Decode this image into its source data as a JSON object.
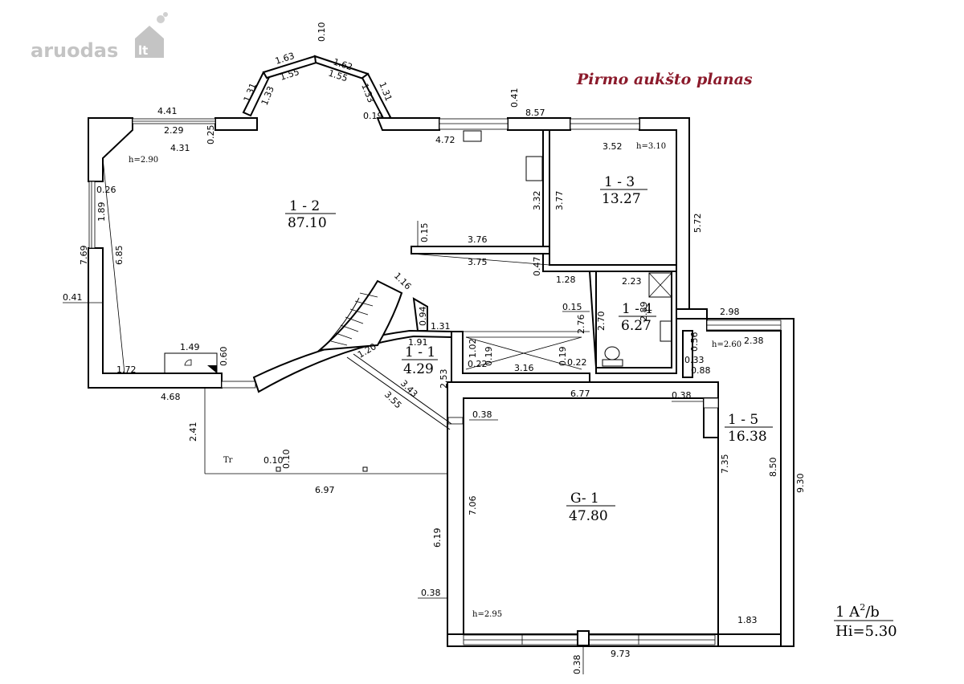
{
  "logo": {
    "main": "aruodas",
    "suffix": "lt"
  },
  "title": "Pirmo aukšto planas",
  "rooms": [
    {
      "id": "1 - 2",
      "area": "87.10"
    },
    {
      "id": "1 - 3",
      "area": "13.27"
    },
    {
      "id": "1 - 4",
      "area": "6.27"
    },
    {
      "id": "1 - 1",
      "area": "4.29"
    },
    {
      "id": "1 - 5",
      "area": "16.38"
    },
    {
      "id": "G- 1",
      "area": "47.80"
    }
  ],
  "heights": [
    "h=2.90",
    "h=3.10",
    "h=2.60",
    "h=2.95"
  ],
  "dimensions": [
    "0.10",
    "1.63",
    "1.62",
    "1.55",
    "1.55",
    "1.31",
    "1.33",
    "1.33",
    "1.31",
    "0.19",
    "4.41",
    "2.29",
    "0.25",
    "4.31",
    "0.41",
    "8.57",
    "4.72",
    "3.52",
    "0.26",
    "1.89",
    "7.69",
    "6.85",
    "3.32",
    "3.77",
    "5.72",
    "0.15",
    "3.76",
    "3.75",
    "0.47",
    "1.28",
    "2.23",
    "1.16",
    "0.41",
    "0.15",
    "2.89",
    "0.94",
    "1.31",
    "2.76",
    "2.70",
    "2.98",
    "1.91",
    "1.02",
    "0.19",
    "0.22",
    "3.16",
    "0.19",
    "0.22",
    "0.56",
    "0.33",
    "0.88",
    "2.38",
    "1.49",
    "0.60",
    "1.72",
    "1.20",
    "2.53",
    "3.43",
    "3.55",
    "4.68",
    "6.77",
    "0.38",
    "0.38",
    "2.41",
    "0.10",
    "0.10",
    "6.97",
    "7.06",
    "7.35",
    "8.50",
    "9.30",
    "6.19",
    "0.38",
    "1.83",
    "0.38",
    "9.73"
  ],
  "tr_label": "Tr",
  "summary": {
    "line1": "1 A",
    "sup": "2",
    "line1_end": "/b",
    "line2": "Hi=5.30"
  }
}
